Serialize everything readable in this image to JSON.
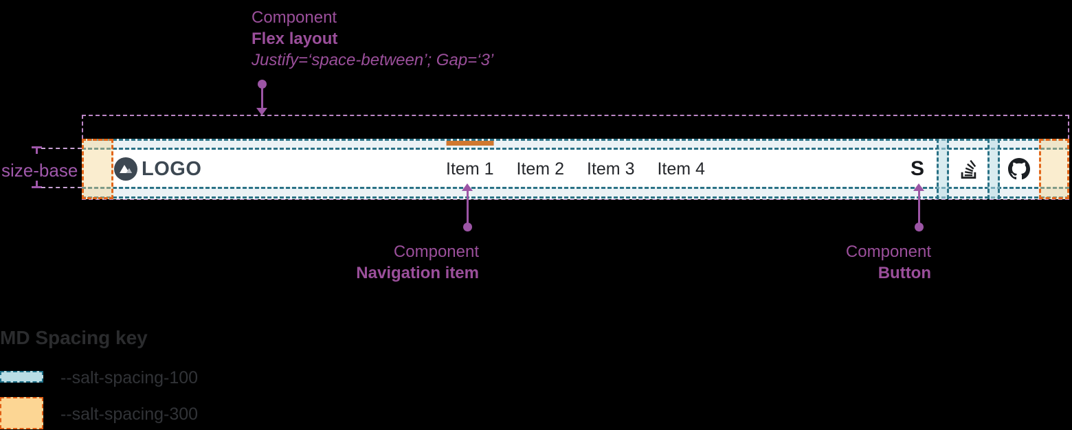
{
  "annotations": {
    "flex_layout": {
      "eyebrow": "Component",
      "title": "Flex layout",
      "detail": "Justify=‘space-between’; Gap=‘3’"
    },
    "navigation_item": {
      "eyebrow": "Component",
      "title": "Navigation item"
    },
    "button": {
      "eyebrow": "Component",
      "title": "Button"
    },
    "size_base_label": "size-base"
  },
  "navbar": {
    "logo": {
      "text": "LOGO",
      "icon": "mountain-logo-icon"
    },
    "items": [
      {
        "label": "Item 1",
        "active": true
      },
      {
        "label": "Item 2",
        "active": false
      },
      {
        "label": "Item 3",
        "active": false
      },
      {
        "label": "Item 4",
        "active": false
      }
    ],
    "actions": [
      {
        "icon": "salt-s-icon",
        "glyph": "S"
      },
      {
        "icon": "stackoverflow-icon"
      },
      {
        "icon": "github-icon"
      }
    ]
  },
  "legend": {
    "title": "MD Spacing key",
    "items": [
      {
        "token": "--salt-spacing-100",
        "swatch_fill": "#b9dde4",
        "swatch_border": "#1f7088"
      },
      {
        "token": "--salt-spacing-300",
        "swatch_fill": "#fcd694",
        "swatch_border": "#e05f15"
      }
    ]
  },
  "colors": {
    "background": "#000000",
    "navbar_bg": "#ffffff",
    "annotation_purple": "#9b4f9b",
    "dashed_purple": "#bc86c6",
    "teal_dash": "#2b7286",
    "orange_dash": "#e2661a",
    "active_indicator": "#d0782f",
    "logo_slate": "#3d4852",
    "item_text": "#26282c"
  }
}
